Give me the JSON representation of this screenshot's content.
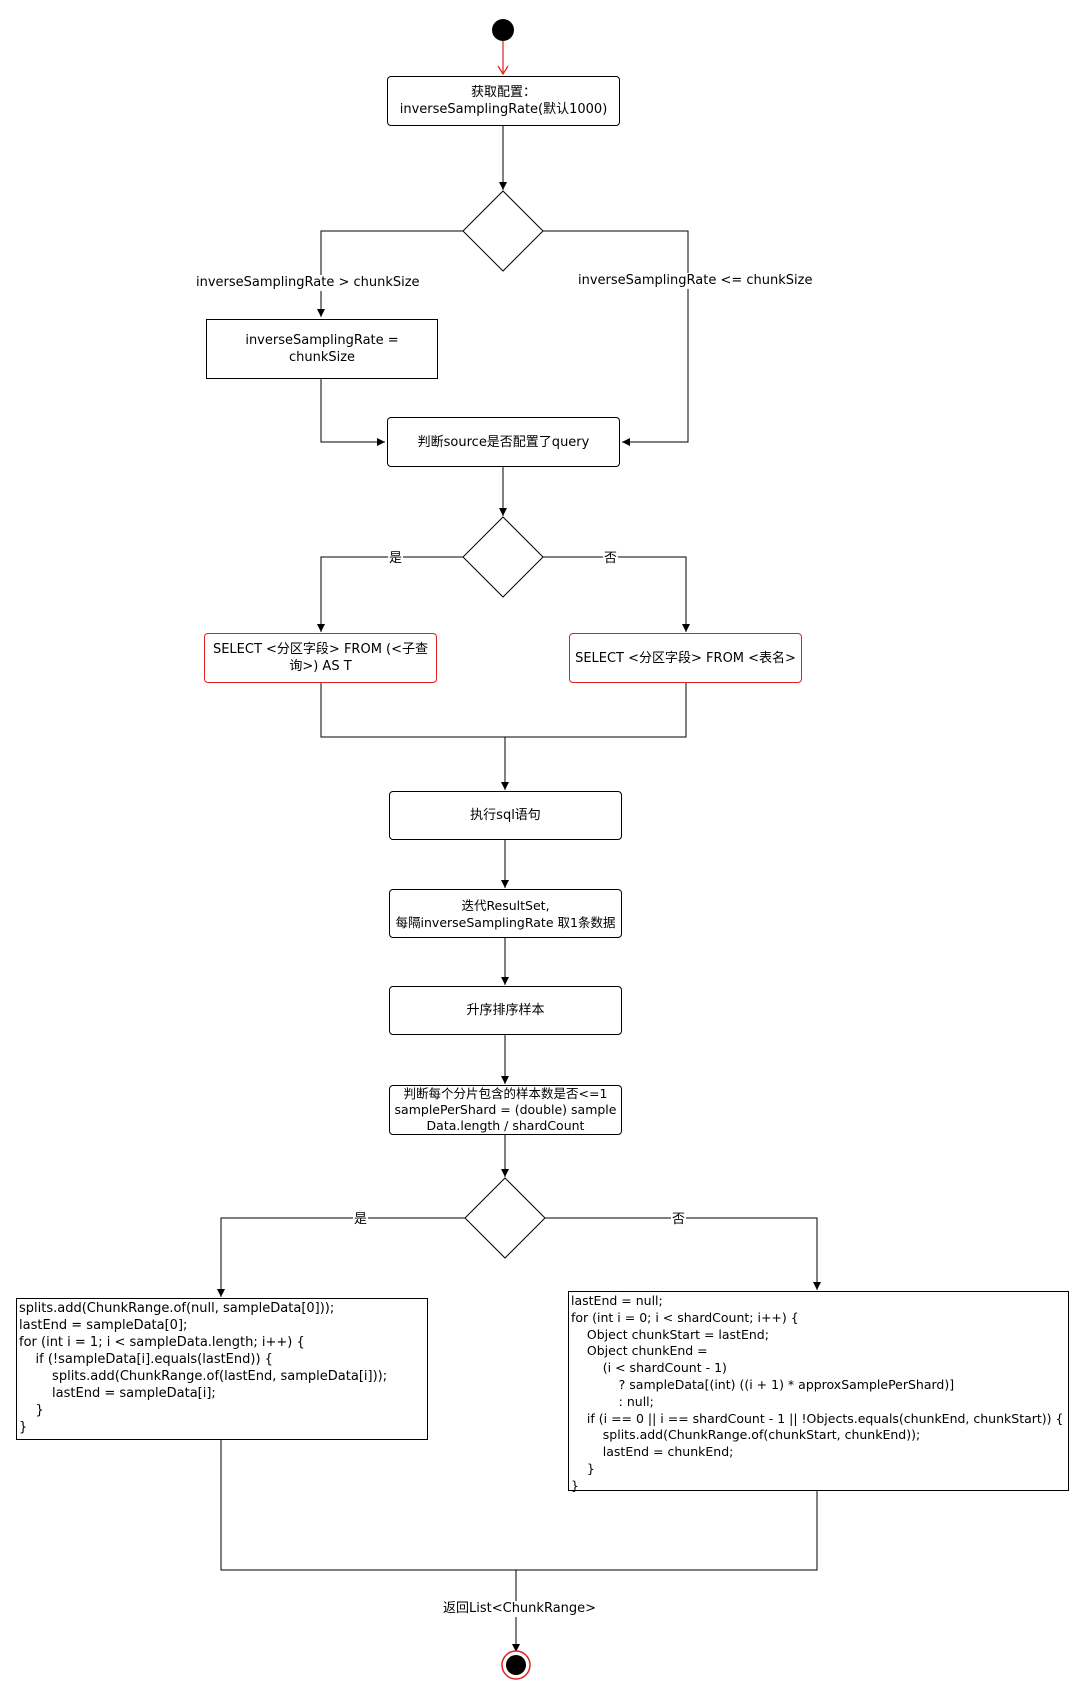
{
  "nodes": {
    "get_config": "获取配置：\ninverseSamplingRate(默认1000)",
    "set_rate": "inverseSamplingRate = chunkSize",
    "check_query": "判断source是否配置了query",
    "sql_subquery": "SELECT <分区字段> FROM (<子查询>) AS T",
    "sql_table": "SELECT <分区字段> FROM <表名>",
    "exec_sql": "执行sql语句",
    "iterate": "迭代ResultSet,\n每隔inverseSamplingRate 取1条数据",
    "sort": "升序排序样本",
    "check_samples": "判断每个分片包含的样本数是否<=1\nsamplePerShard = (double) sample\nData.length / shardCount"
  },
  "edge_labels": {
    "gt": "inverseSamplingRate > chunkSize",
    "le": "inverseSamplingRate <= chunkSize",
    "yes1": "是",
    "no1": "否",
    "yes2": "是",
    "no2": "否",
    "return": "返回List<ChunkRange>"
  },
  "code_left": [
    "splits.add(ChunkRange.of(null, sampleData[0]));",
    "lastEnd = sampleData[0];",
    "for (int i = 1; i < sampleData.length; i++) {",
    "    if (!sampleData[i].equals(lastEnd)) {",
    "        splits.add(ChunkRange.of(lastEnd, sampleData[i]));",
    "        lastEnd = sampleData[i];",
    "    }",
    "}"
  ],
  "code_right": [
    "lastEnd = null;",
    "for (int i = 0; i < shardCount; i++) {",
    "    Object chunkStart = lastEnd;",
    "    Object chunkEnd =",
    "        (i < shardCount - 1)",
    "            ? sampleData[(int) ((i + 1) * approxSamplePerShard)]",
    "            : null;",
    "    if (i == 0 || i == shardCount - 1 || !Objects.equals(chunkEnd, chunkStart)) {",
    "        splits.add(ChunkRange.of(chunkStart, chunkEnd));",
    "        lastEnd = chunkEnd;",
    "    }",
    "}"
  ],
  "colors": {
    "line": "#000000",
    "accent": "#e02020"
  }
}
